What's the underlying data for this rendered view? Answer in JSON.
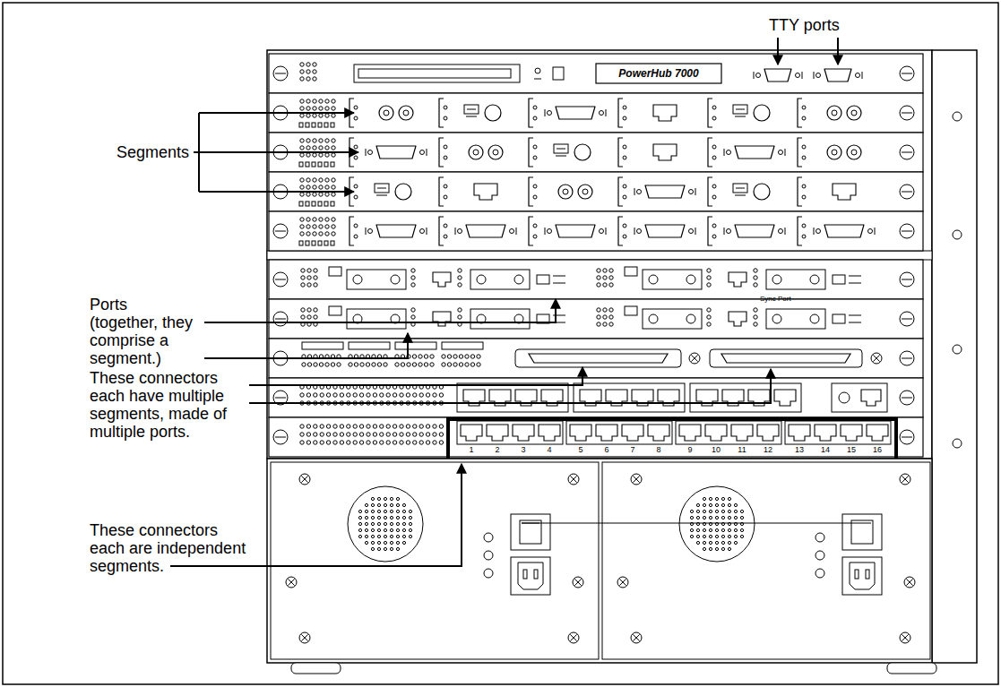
{
  "diagram": {
    "labels": [
      "TTY ports",
      "Segments",
      "Ports (together, they comprise a segment.)",
      "These connectors each have multiple segments, made of multiple ports.",
      "These connectors each are independent segments.",
      "PowerHub 7000",
      "Sync Port",
      "1",
      "2",
      "3",
      "4",
      "5",
      "6",
      "7",
      "8",
      "9",
      "10",
      "11",
      "12",
      "13",
      "14",
      "15",
      "16"
    ]
  }
}
